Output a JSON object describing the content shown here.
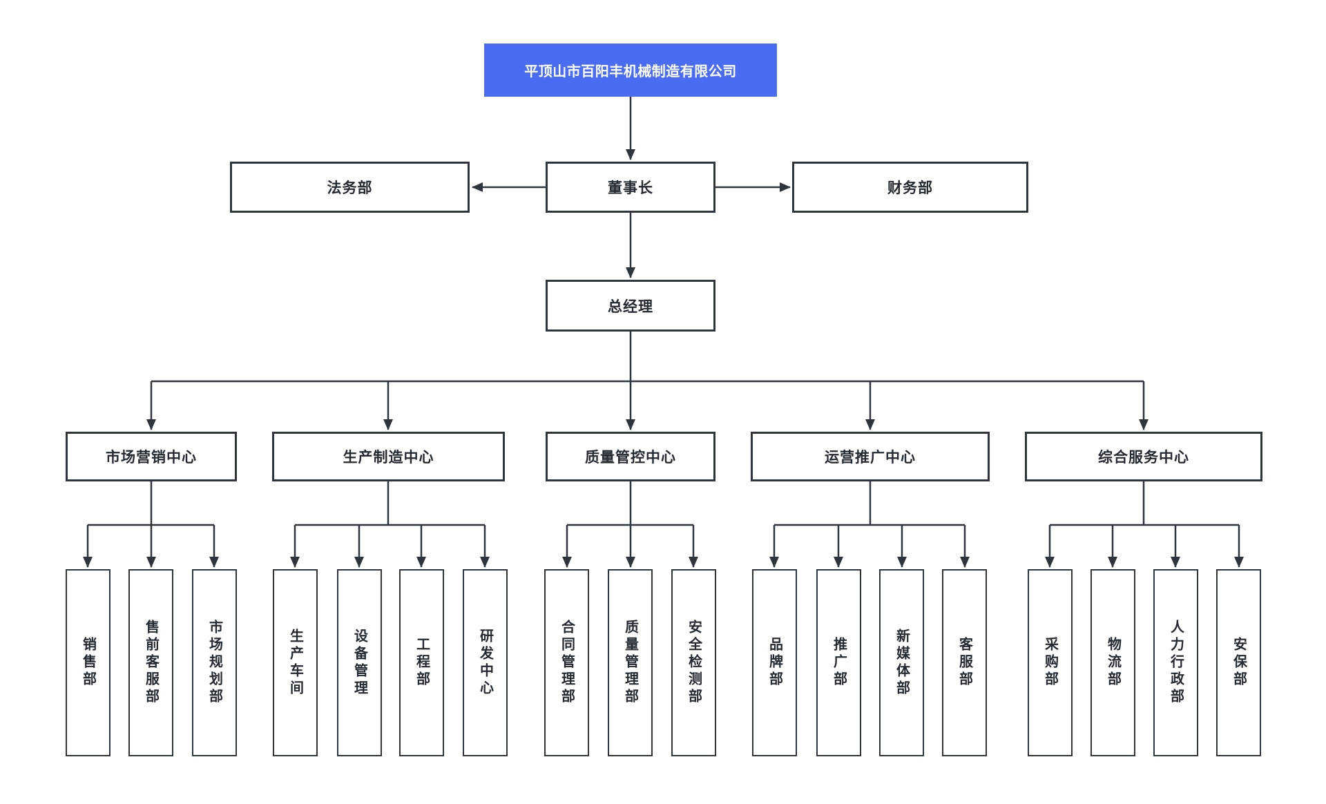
{
  "colors": {
    "accent_blue": "#4a6cf0",
    "line": "#2f353c",
    "text": "#242a31",
    "background": "#ffffff"
  },
  "org": {
    "company": {
      "label": "平顶山市百阳丰机械制造有限公司"
    },
    "legal": {
      "label": "法务部"
    },
    "chairman": {
      "label": "董事长"
    },
    "finance": {
      "label": "财务部"
    },
    "general_manager": {
      "label": "总经理"
    },
    "centers": [
      {
        "label": "市场营销中心",
        "departments": [
          "销售部",
          "售前客服部",
          "市场规划部"
        ]
      },
      {
        "label": "生产制造中心",
        "departments": [
          "生产车间",
          "设备管理",
          "工程部",
          "研发中心"
        ]
      },
      {
        "label": "质量管控中心",
        "departments": [
          "合同管理部",
          "质量管理部",
          "安全检测部"
        ]
      },
      {
        "label": "运营推广中心",
        "departments": [
          "品牌部",
          "推广部",
          "新媒体部",
          "客服部"
        ]
      },
      {
        "label": "综合服务中心",
        "departments": [
          "采购部",
          "物流部",
          "人力行政部",
          "安保部"
        ]
      }
    ]
  }
}
